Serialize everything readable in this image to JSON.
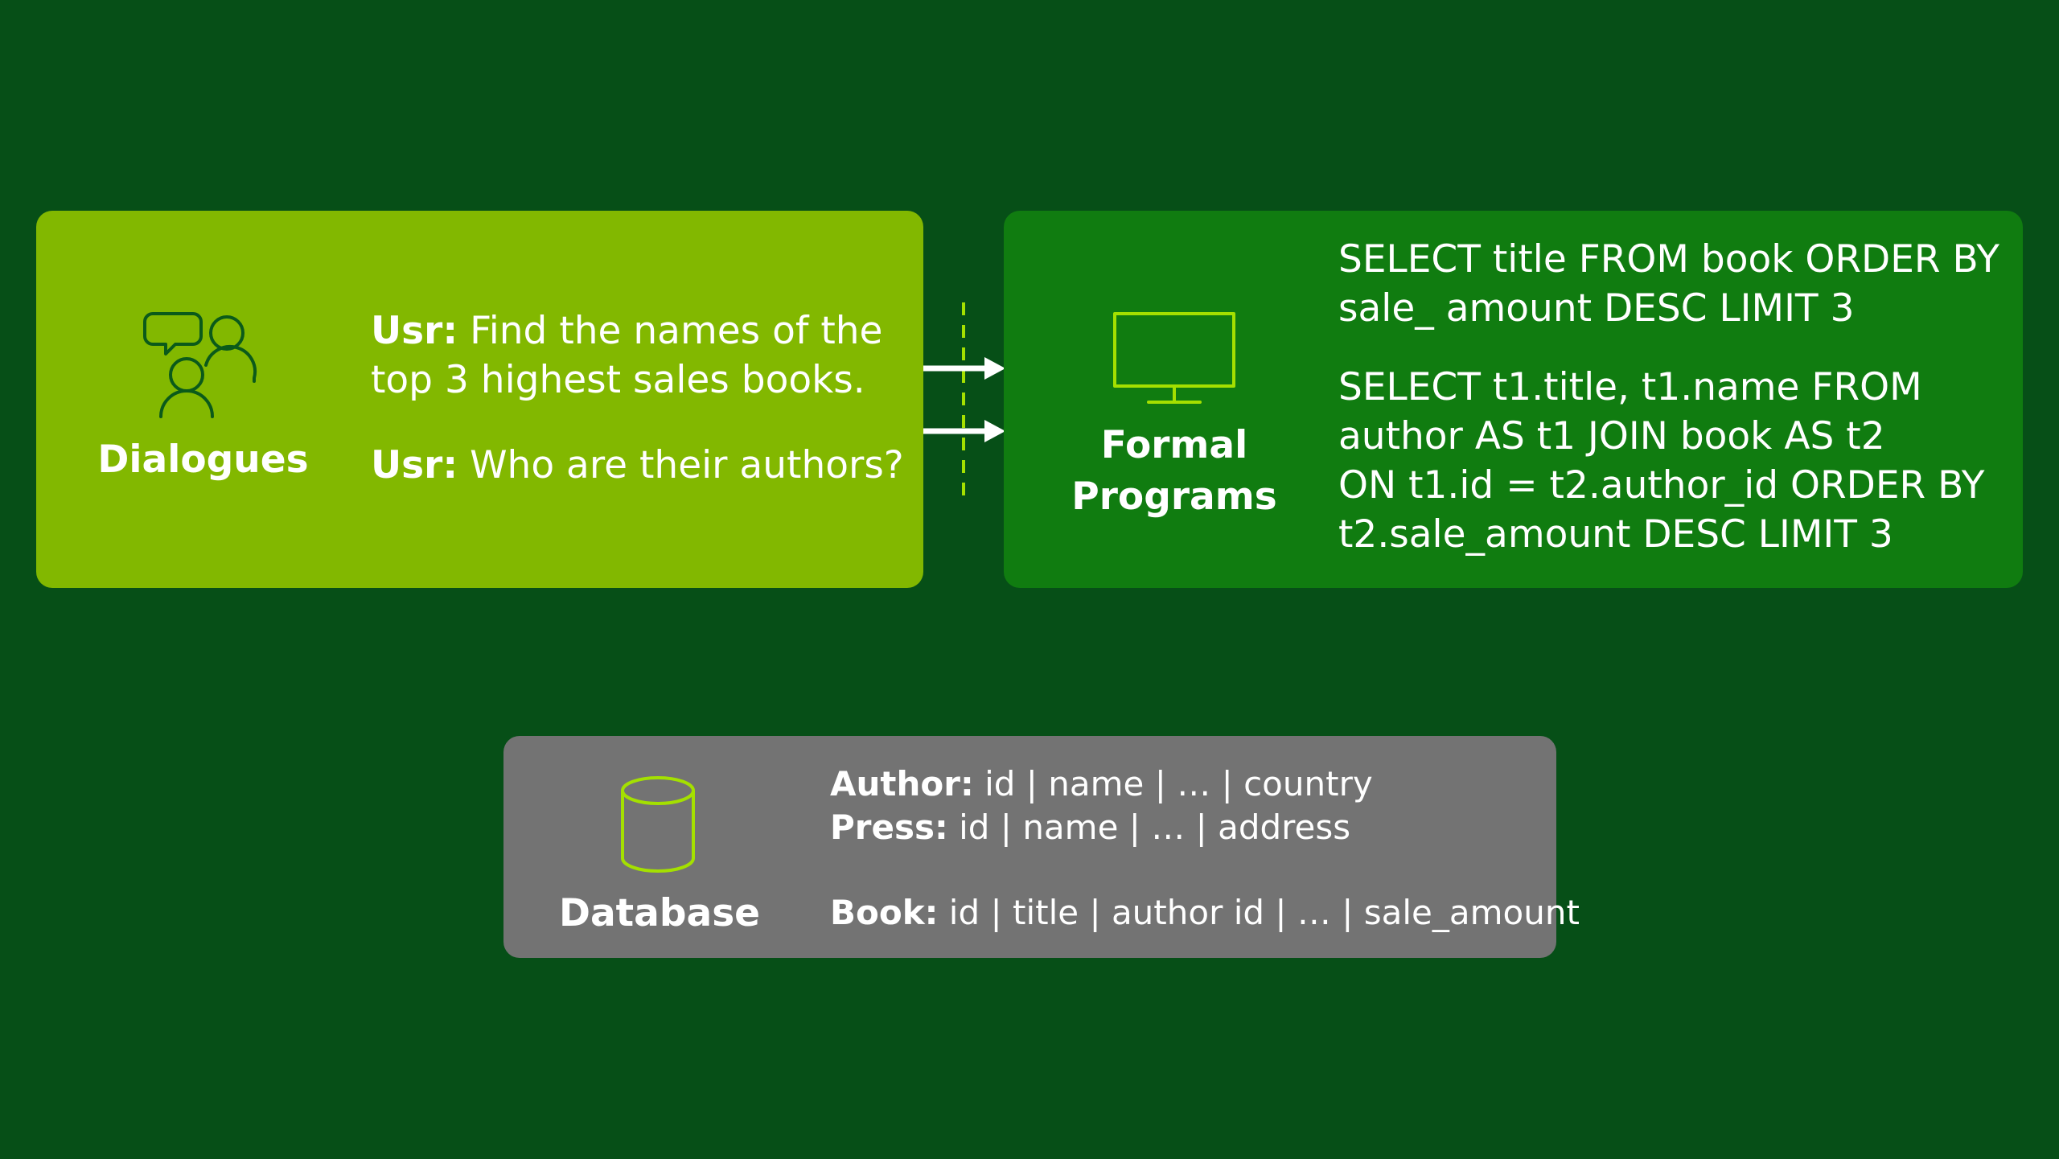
{
  "dialogues": {
    "label": "Dialogues",
    "icon": "conversation-people-icon",
    "turns": [
      {
        "speaker": "Usr:",
        "lines": [
          "Find the names of the",
          "top 3 highest sales books."
        ]
      },
      {
        "speaker": "Usr:",
        "lines": [
          "Who are their authors?"
        ]
      }
    ]
  },
  "programs": {
    "label_lines": [
      "Formal",
      "Programs"
    ],
    "icon": "monitor-icon",
    "queries": [
      {
        "lines": [
          "SELECT title FROM book ORDER BY",
          "sale_ amount DESC LIMIT 3"
        ]
      },
      {
        "lines": [
          "SELECT t1.title, t1.name FROM",
          "author AS t1 JOIN book AS t2",
          "ON t1.id = t2.author_id ORDER BY",
          "t2.sale_amount DESC LIMIT 3"
        ]
      }
    ]
  },
  "database": {
    "label": "Database",
    "icon": "database-cylinder-icon",
    "tables": [
      {
        "name": "Author:",
        "columns": " id | name | … | country"
      },
      {
        "name": "Press:",
        "columns": " id | name | … | address"
      },
      {
        "name": "Book:",
        "columns": " id | title | author id | … | sale_amount"
      }
    ]
  },
  "colors": {
    "background": "#064f17",
    "dialogues_panel": "#82b800",
    "programs_panel": "#107c10",
    "database_panel": "#737373",
    "icon_stroke_dark": "#0b5a1a",
    "icon_stroke_lime": "#a4e000",
    "dashed_line": "#a4e000",
    "arrow": "#ffffff"
  }
}
